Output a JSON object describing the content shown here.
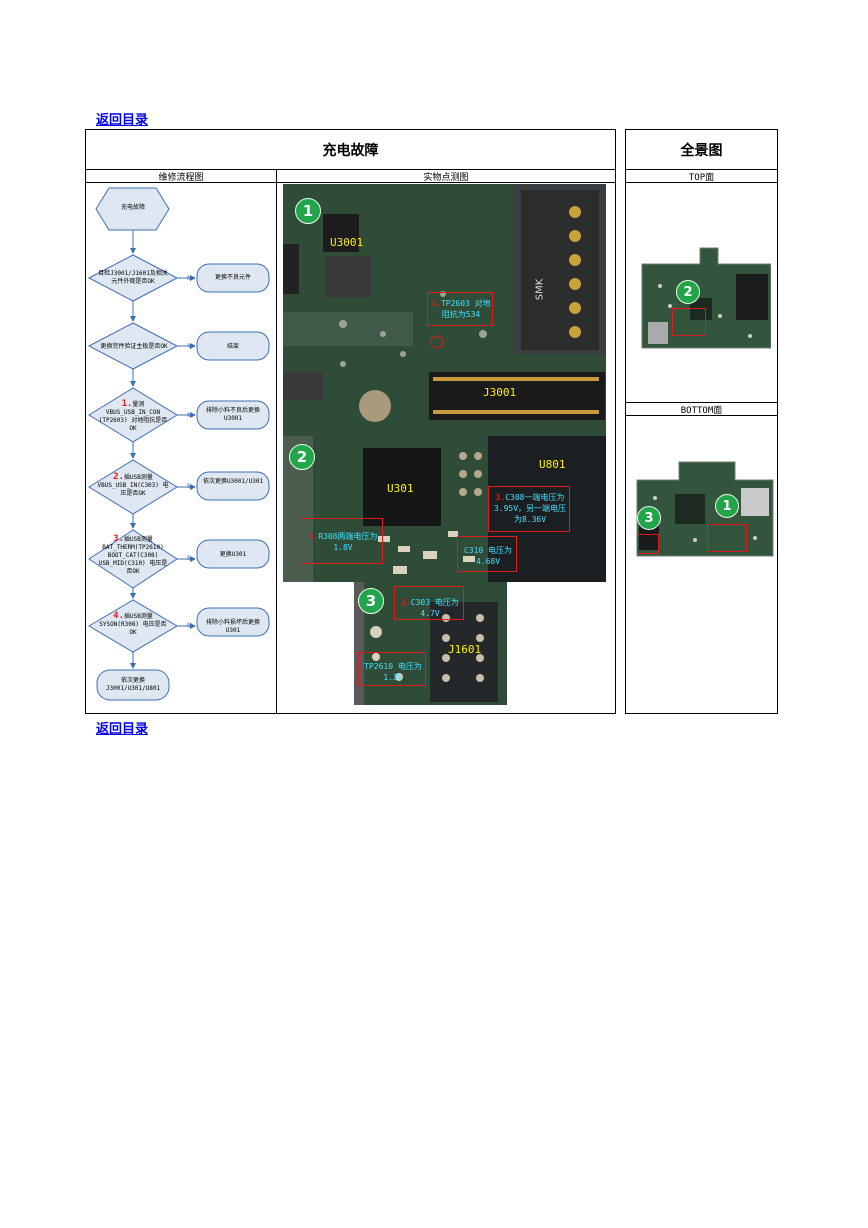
{
  "nav": {
    "back_top": "返回目录",
    "back_bottom": "返回目录"
  },
  "main_table": {
    "title": "充电故障",
    "col_flow": "维修流程图",
    "col_photo": "实物点测图"
  },
  "side_table": {
    "title": "全景图",
    "top_label": "TOP面",
    "bottom_label": "BOTTOM面"
  },
  "flowchart": {
    "start": "充电故障",
    "d1": "目检J3001/J1601及相关元件外观是否OK",
    "r1": "更换不良元件",
    "d2": "更换完件验证主板是否OK",
    "r2": "结束",
    "d3_num": "1.",
    "d3_title": "量测",
    "d3_body": "VBUS_USB_IN_CON (TP2603) 对地阻抗是否OK",
    "r3": "排除小料不良后更换U3001",
    "d4_num": "2.",
    "d4_title": "插USB测量",
    "d4_body": "VBUS_USB_IN(C303) 电压是否OK",
    "r4": "依次更换U3001/U301",
    "d5_num": "3.",
    "d5_title": "插USB测量",
    "d5_body": "BAT_THERM(TP2610) BOOT_CAT(C308) USB_MID(C310) 电压是否OK",
    "r5": "更换U301",
    "d6_num": "4.",
    "d6_title": "插USB测量",
    "d6_body": "SYSON(R308) 电压是否OK",
    "r6": "排除小料损坏后更换U301",
    "end": "依次更换 J3001/U301/U801",
    "yes": "Y",
    "no": "N"
  },
  "photo": {
    "markers": [
      "1",
      "2",
      "3"
    ],
    "u3001": "U3001",
    "j3001": "J3001",
    "u301": "U301",
    "u801": "U801",
    "j1601": "J1601",
    "smk": "SMK",
    "tp2603_num": "1.",
    "tp2603": "TP2603 对地阻抗为534",
    "c308_num": "3.",
    "c308": "C308一端电压为3.95V，另一端电压为8.36V",
    "r308_num": "4.",
    "r308": "R308两端电压为1.8V",
    "c310": "C310 电压为4.68V",
    "c303_num": "2.",
    "c303": "C303 电压为4.7V",
    "tp2610": "TP2610 电压为1.3V"
  },
  "panorama": {
    "top_marker": "2",
    "bottom_markers": [
      "1",
      "3"
    ]
  },
  "colors": {
    "pcb_green": "#2e4a37",
    "marker_green": "#22a54a",
    "label_yellow": "#ffee00",
    "label_cyan": "#40e0ff",
    "box_red": "#e01a1a",
    "flow_fill": "#dfe7f3",
    "flow_stroke": "#3d6fb0"
  }
}
